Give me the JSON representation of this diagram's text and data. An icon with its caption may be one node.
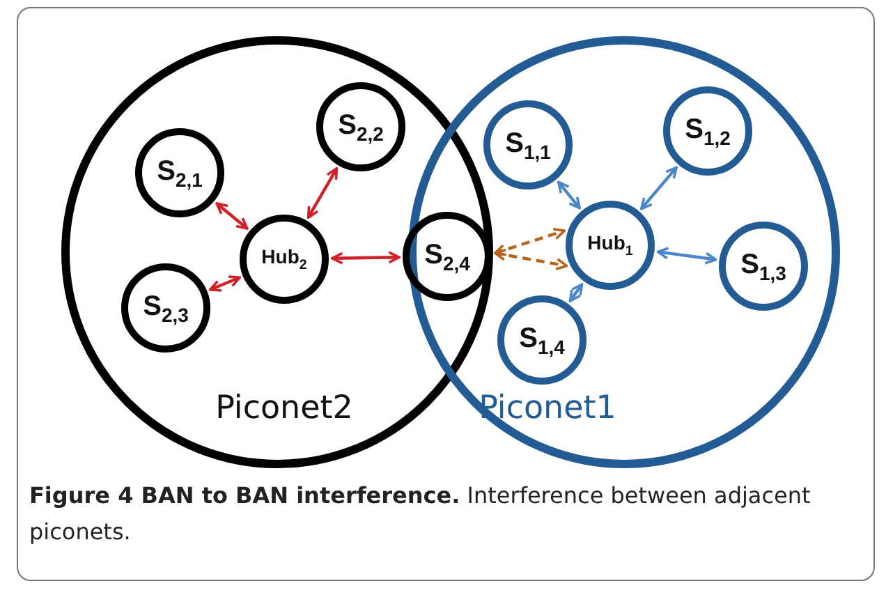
{
  "diagram": {
    "caption": "**Figure 4 BAN to BAN interference.** Interference between adjacent piconets.",
    "nodes": [
      {
        "text": [
          "Piconet2"
        ]
      },
      {
        "text": [
          "S$_{2,1}$"
        ],
        "in": 0
      },
      {
        "text": [
          "S$_{2,2}$"
        ],
        "in": 0
      },
      {
        "text": [
          "S$_{2,3}$"
        ],
        "in": 0
      },
      {
        "text": [
          "Hub$_{2}$"
        ],
        "in": 0
      },
      {
        "text": [
          "Piconet1"
        ]
      },
      {
        "text": [
          "S$_{2,4}$"
        ]
      },
      {
        "text": [
          "S$_{1,1}$"
        ],
        "in": 5
      },
      {
        "text": [
          "S$_{1,2}$"
        ],
        "in": 5
      },
      {
        "text": [
          "Hub$_{1}$"
        ],
        "in": 5
      },
      {
        "text": [
          "S$_{1,3}$"
        ],
        "in": 5
      },
      {
        "text": [
          "S$_{1,4}$"
        ],
        "in": 5
      }
    ],
    "edges": [
      {
        "from": 1,
        "to": 4,
        "arrow": "both"
      },
      {
        "from": 2,
        "to": 4,
        "arrow": "both"
      },
      {
        "from": 3,
        "to": 4,
        "arrow": "both"
      },
      {
        "from": 4,
        "to": 6,
        "arrow": "both"
      },
      {
        "from": 6,
        "to": 9,
        "arrow": "both",
        "style": "dashed",
        "color": "#b5651d"
      },
      {
        "from": 6,
        "to": 9,
        "arrow": "both",
        "style": "dashed",
        "color": "#b5651d"
      },
      {
        "from": 7,
        "to": 9,
        "arrow": "both",
        "color": "#4a86c8"
      },
      {
        "from": 8,
        "to": 9,
        "arrow": "both",
        "color": "#4a86c8"
      },
      {
        "from": 10,
        "to": 9,
        "arrow": "both",
        "color": "#4a86c8"
      },
      {
        "from": 11,
        "to": 9,
        "arrow": "both",
        "color": "#4a86c8"
      }
    ]
  }
}
